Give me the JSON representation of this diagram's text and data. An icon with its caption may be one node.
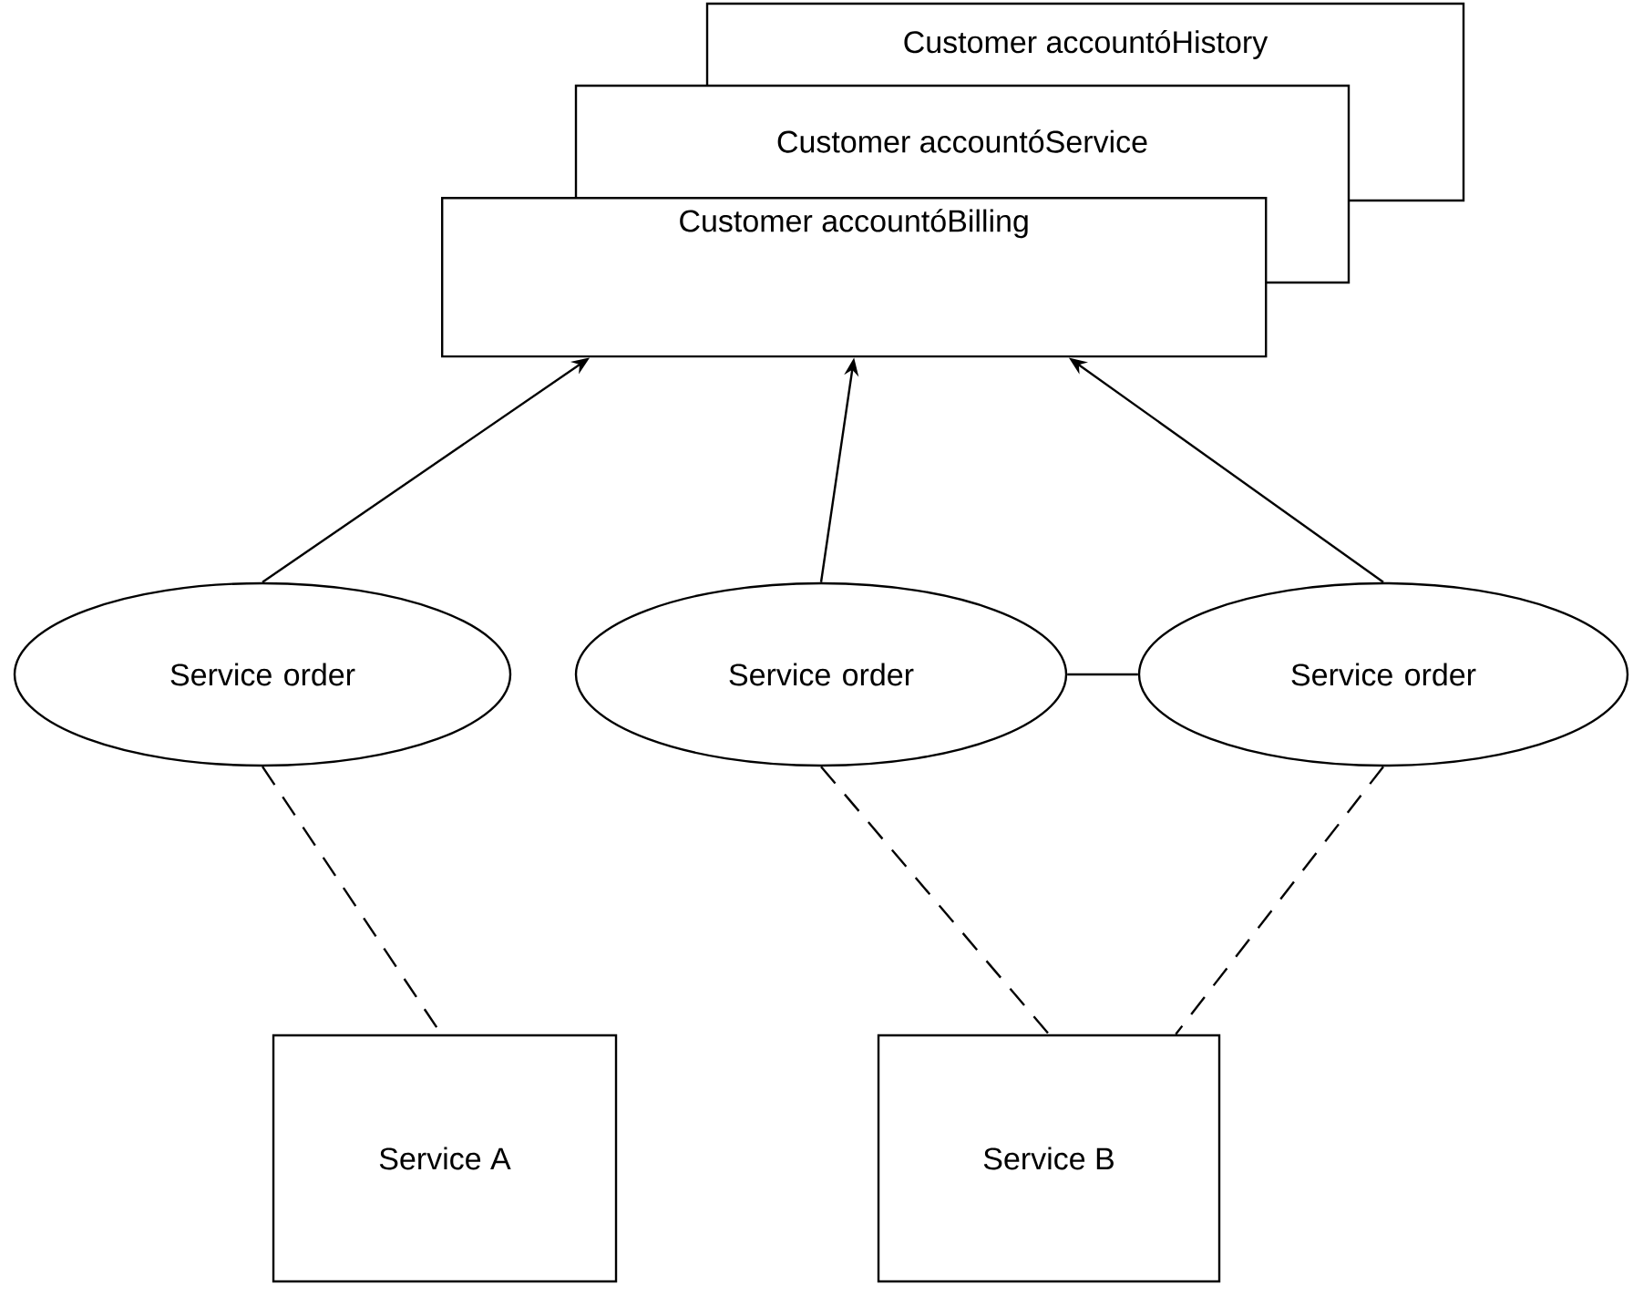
{
  "diagram": {
    "nodes": [
      {
        "text": [
          "Customer accountóHistory"
        ]
      },
      {
        "text": [
          "Customer accountóService"
        ]
      },
      {
        "text": [
          "Customer accountóBilling"
        ]
      },
      {
        "text": [
          "Service order"
        ]
      },
      {
        "text": [
          "Service order"
        ]
      },
      {
        "text": [
          "Service order"
        ]
      },
      {
        "text": [
          "Service A"
        ]
      },
      {
        "text": [
          "Service B"
        ]
      }
    ],
    "edges": [
      {
        "from": 3,
        "to": 2,
        "arrow": "to"
      },
      {
        "from": 4,
        "to": 2,
        "arrow": "to"
      },
      {
        "from": 5,
        "to": 2,
        "arrow": "to"
      },
      {
        "from": 4,
        "to": 5,
        "arrow": "none"
      },
      {
        "from": 3,
        "to": 6,
        "arrow": "none",
        "style": "dashed"
      },
      {
        "from": 4,
        "to": 7,
        "arrow": "none",
        "style": "dashed"
      },
      {
        "from": 5,
        "to": 7,
        "arrow": "none",
        "style": "dashed"
      }
    ]
  }
}
